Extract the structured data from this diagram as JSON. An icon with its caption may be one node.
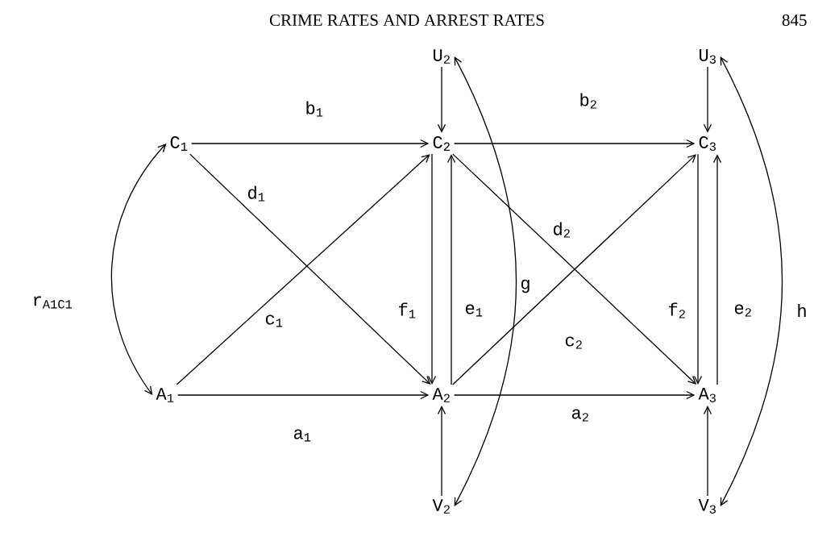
{
  "diagram": {
    "title": "CRIME RATES AND ARREST RATES",
    "nodes": [
      {
        "text": [
          "C$_{1}$"
        ]
      },
      {
        "text": [
          "A$_{1}$"
        ]
      },
      {
        "text": [
          "U$_{2}$"
        ]
      },
      {
        "text": [
          "C$_{2}$"
        ]
      },
      {
        "text": [
          "A$_{2}$"
        ]
      },
      {
        "text": [
          "V$_{2}$"
        ]
      },
      {
        "text": [
          "U$_{3}$"
        ]
      },
      {
        "text": [
          "C$_{3}$"
        ]
      },
      {
        "text": [
          "A$_{3}$"
        ]
      },
      {
        "text": [
          "V$_{3}$"
        ]
      }
    ],
    "edges": [
      {
        "from": 1,
        "to": 0,
        "arrow": "both",
        "label": "r$_{A1C1}$"
      },
      {
        "from": 0,
        "to": 3,
        "arrow": "to",
        "label": "b$_{1}$"
      },
      {
        "from": 0,
        "to": 4,
        "arrow": "to",
        "label": "d$_{1}$"
      },
      {
        "from": 1,
        "to": 3,
        "arrow": "to",
        "label": "c$_{1}$"
      },
      {
        "from": 1,
        "to": 4,
        "arrow": "to",
        "label": "a$_{1}$"
      },
      {
        "from": 2,
        "to": 3,
        "arrow": "to"
      },
      {
        "from": 3,
        "to": 4,
        "arrow": "to",
        "label": "f$_{1}$"
      },
      {
        "from": 4,
        "to": 3,
        "arrow": "to",
        "label": "e$_{1}$"
      },
      {
        "from": 5,
        "to": 4,
        "arrow": "to"
      },
      {
        "from": 2,
        "to": 5,
        "arrow": "both",
        "label": "g"
      },
      {
        "from": 3,
        "to": 7,
        "arrow": "to",
        "label": "b$_{2}$"
      },
      {
        "from": 3,
        "to": 8,
        "arrow": "to",
        "label": "d$_{2}$"
      },
      {
        "from": 4,
        "to": 7,
        "arrow": "to",
        "label": "c$_{2}$"
      },
      {
        "from": 4,
        "to": 8,
        "arrow": "to",
        "label": "a$_{2}$"
      },
      {
        "from": 6,
        "to": 7,
        "arrow": "to"
      },
      {
        "from": 7,
        "to": 8,
        "arrow": "to",
        "label": "f$_{2}$"
      },
      {
        "from": 8,
        "to": 7,
        "arrow": "to",
        "label": "e$_{2}$"
      },
      {
        "from": 9,
        "to": 8,
        "arrow": "to"
      },
      {
        "from": 6,
        "to": 9,
        "arrow": "both",
        "label": "h"
      }
    ],
    "labels": [
      "845"
    ]
  }
}
